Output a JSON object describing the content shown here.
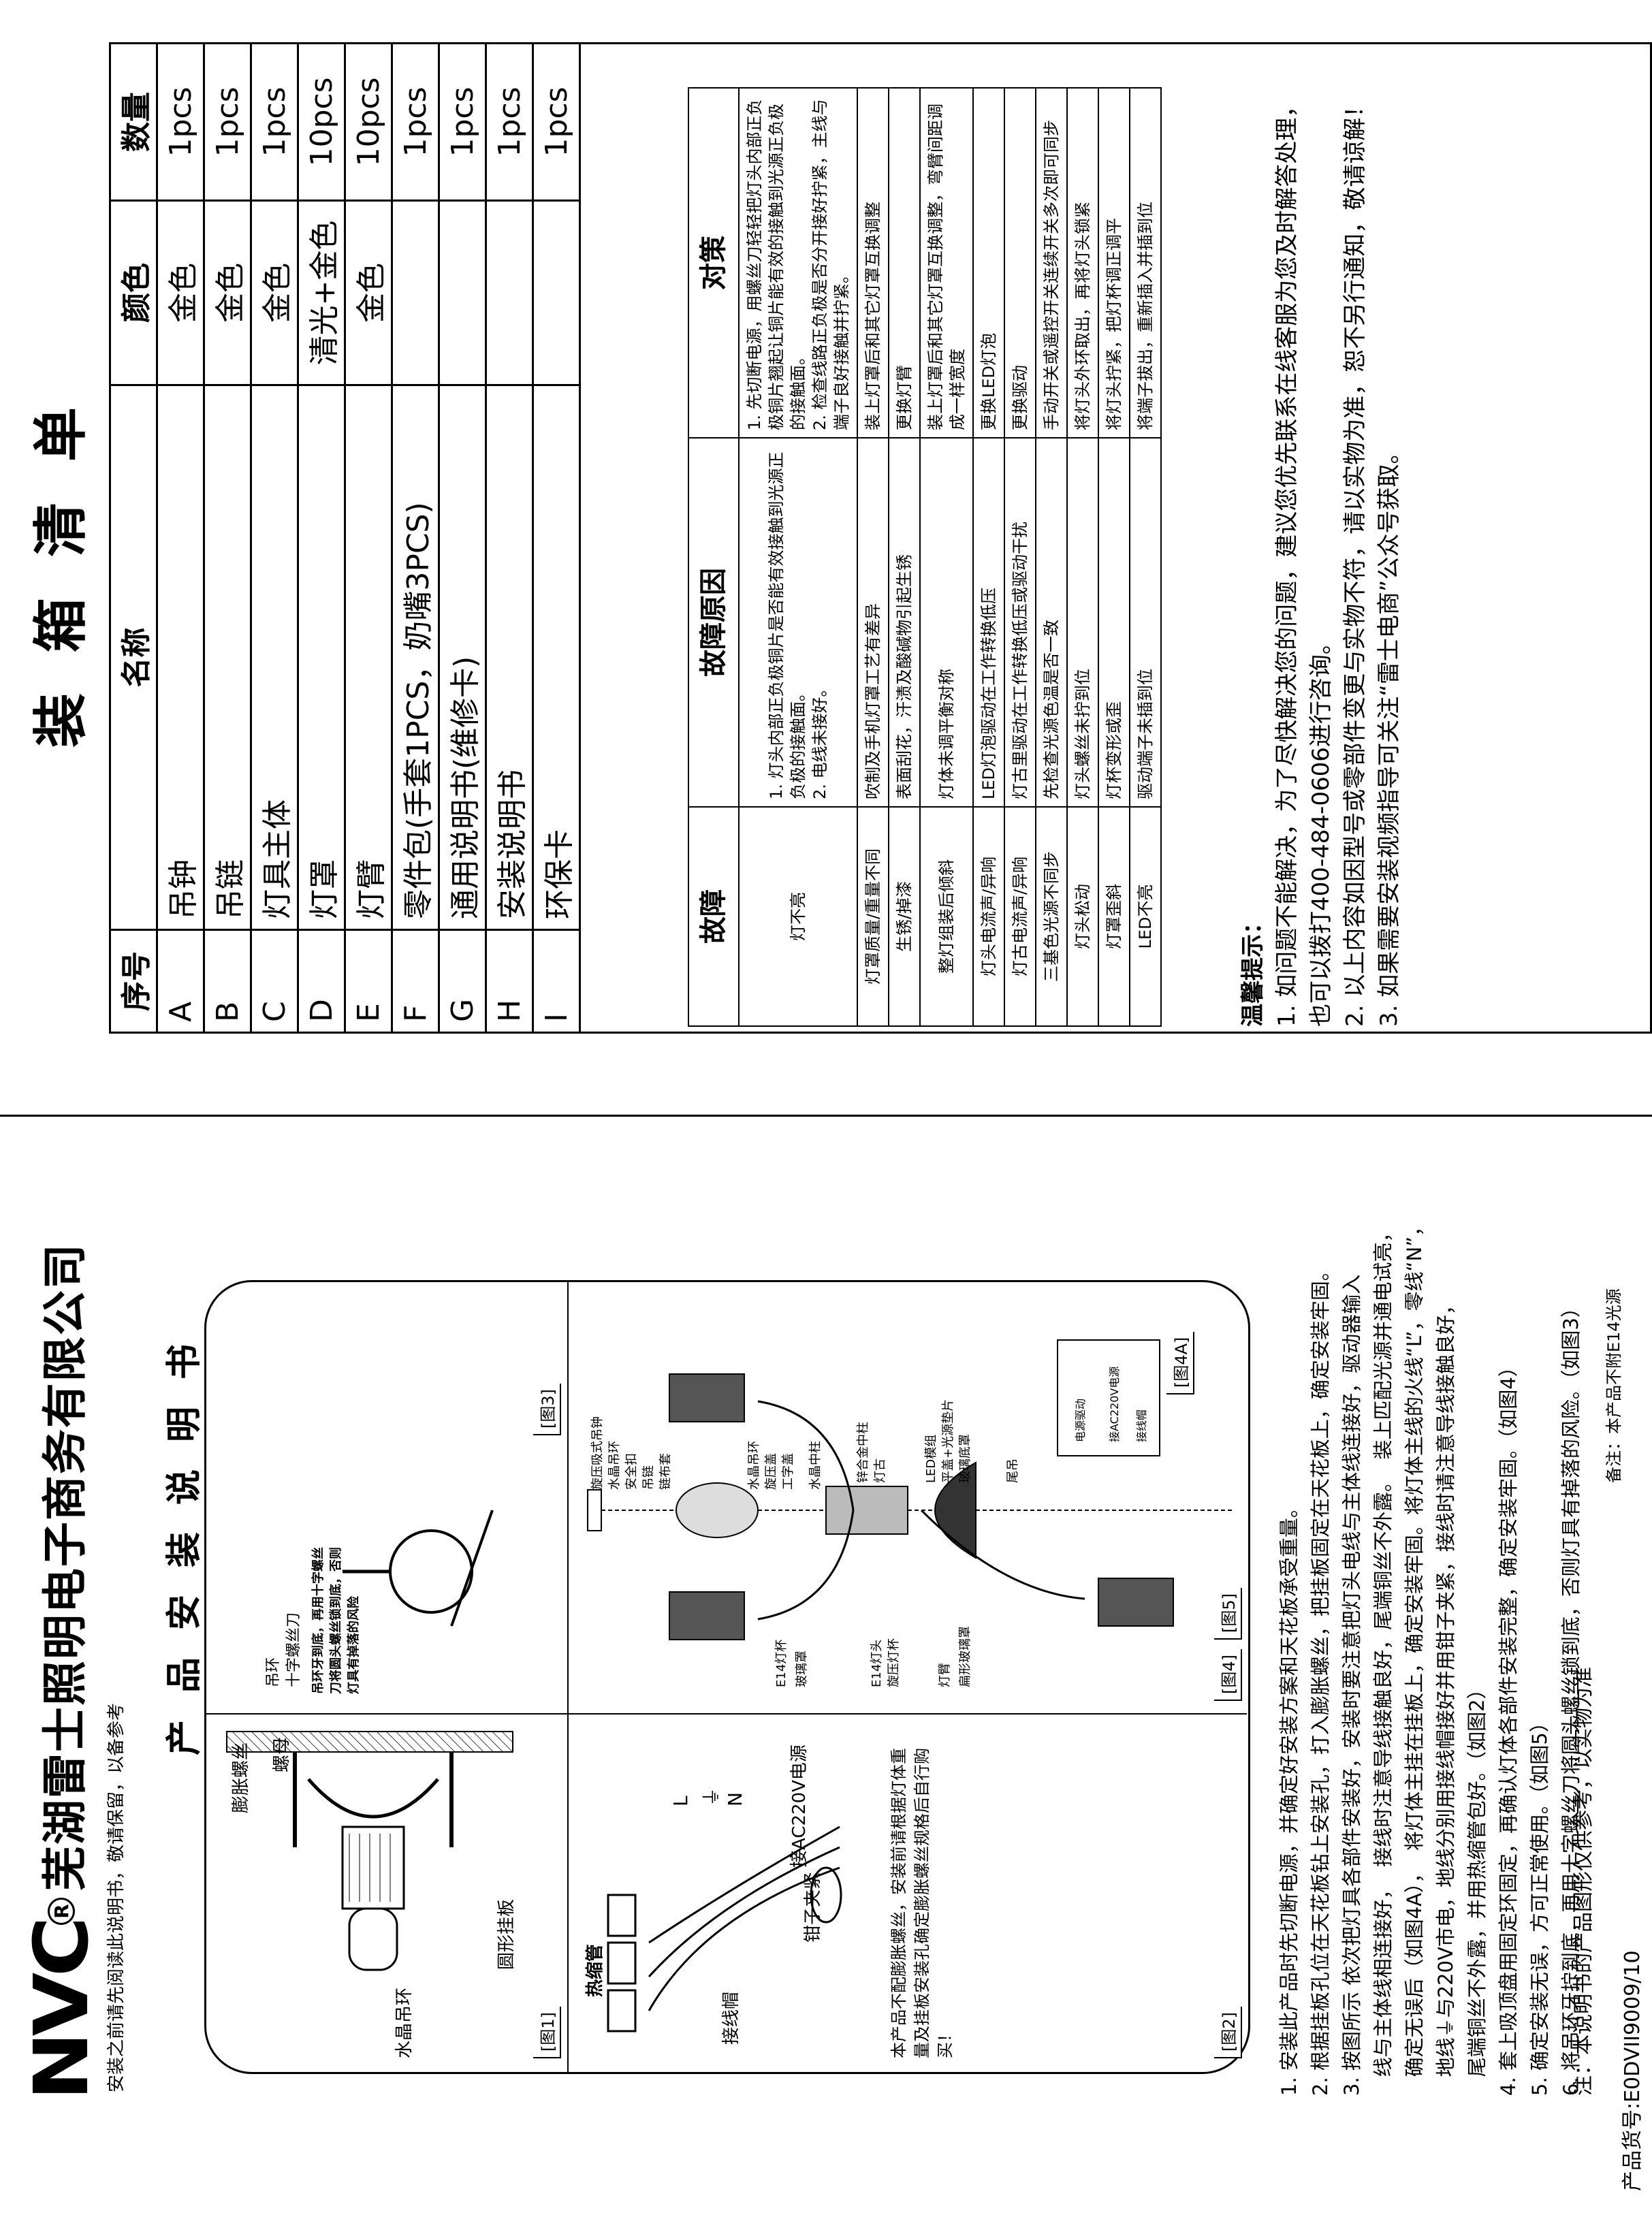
{
  "company": {
    "logo_text": "NVC",
    "registered": "R",
    "name": "芜湖雷士照明电子商务有限公司"
  },
  "notice": "安装之前请先阅读此说明书，敬请保留，以备参考",
  "doc_title": "产品安装说明书",
  "diagram": {
    "fig1_tag": "[图1]",
    "fig2_tag": "[图2]",
    "fig3_tag": "[图3]",
    "fig4_tag": "[图4]",
    "fig4a_tag": "[图4A]",
    "fig5_tag": "[图5]",
    "fig1_labels": {
      "expansion_bolt": "膨胀螺丝",
      "nut": "螺母",
      "round_plate": "圆形挂板",
      "crystal_ring": "水晶吊环"
    },
    "fig3_labels": {
      "hook": "吊环",
      "screwdriver": "十字螺丝刀",
      "warning": "吊环牙到底，再用十字螺丝刀将圆头螺丝锁到底，否则灯具有掉落的风险"
    },
    "fig2_labels": {
      "heat_shrink": "热缩管",
      "L": "L",
      "ground": "⏚",
      "N": "N",
      "connector": "接线帽",
      "power": "接AC220V电源",
      "pliers": "钳子夹紧",
      "note": "本产品不配膨胀螺丝，安装前请根据灯体重量及挂板安装孔确定膨胀螺丝规格后自行购买！"
    },
    "fig4_labels": {
      "ceiling_cap": "旋压吸式吊钟",
      "crystal_hook": "水晶吊环",
      "safety_buckle": "安全扣",
      "chain": "吊链",
      "cloth": "链布套",
      "crystal_ring2": "水晶吊环",
      "spin_cover": "旋压盖",
      "work_cover": "工字盖",
      "crystal_column": "水晶中柱",
      "zinc_column": "锌合金中柱",
      "lamp_body": "灯古",
      "led_module": "LED模组",
      "flat_gasket": "平盖+光源垫片",
      "glass_base": "玻璃底罩",
      "finial": "尾吊",
      "e14_cup": "E14灯杯",
      "glass_shade": "玻璃罩",
      "e14_holder": "E14灯头",
      "spin_cup": "旋压灯杯",
      "arm": "灯臂",
      "shade_label": "扁形玻璃罩",
      "driver": "电源驱动",
      "ac": "接AC220V电源",
      "connector_cap": "接线帽"
    }
  },
  "instructions": [
    "1. 安装此产品时先切断电源，并确定好安装方案和天花板承受重量。",
    "2. 根据挂板孔位在天花板钻上安装孔，打入膨胀螺丝，把挂板固定在天花板上，确定安装牢固。",
    "3. 按图所示  依次把灯具各部件安装好，安装时要注意把灯头电线与主体线连接好，驱动器输入",
    "   线与主体线相连接好，  接线时注意导线接触良好，尾端铜丝不外露。  装上匹配光源并通电试亮，",
    "   确定无误后（如图4A），  将灯体主挂在挂板上，确定安装牢固。将灯体主线的火线“L”，零线“N”，",
    "   地线⏚与220V市电，地线分别用接线帽接好并用钳子夹紧，接线时请注意导线接触良好，",
    "   尾端铜丝不外露，并用热缩管包好。（如图2）",
    "4. 套上吸顶盘用固定环固定，再确认灯体各部件安装完整，确定安装牢固。（如图4）",
    "5. 确定安装无误，方可正常使用。（如图5）",
    "6. 将吊环牙拧到底，再用十字螺丝刀将圆头螺丝锁到底，否则灯具有掉落的风险。（如图3）"
  ],
  "note_figure": "注：本说明书的产品图形仅供参考，以实物为准",
  "note_source": "备注：本产品不附E14光源",
  "product_code": "产品货号:E0DVII9009/10",
  "packing": {
    "title": "装箱清单",
    "headers": [
      "序号",
      "名称",
      "颜色",
      "数量"
    ],
    "rows": [
      [
        "A",
        "吊钟",
        "金色",
        "1pcs"
      ],
      [
        "B",
        "吊链",
        "金色",
        "1pcs"
      ],
      [
        "C",
        "灯具主体",
        "金色",
        "1pcs"
      ],
      [
        "D",
        "灯罩",
        "清光+金色",
        "10pcs"
      ],
      [
        "E",
        "灯臂",
        "金色",
        "10pcs"
      ],
      [
        "F",
        "零件包(手套1PCS，奶嘴3PCS)",
        "",
        "1pcs"
      ],
      [
        "G",
        "通用说明书(维修卡)",
        "",
        "1pcs"
      ],
      [
        "H",
        "安装说明书",
        "",
        "1pcs"
      ],
      [
        "I",
        "环保卡",
        "",
        "1pcs"
      ]
    ]
  },
  "trouble": {
    "headers": [
      "故障",
      "故障原因",
      "对策"
    ],
    "rows": [
      [
        "灯不亮",
        "1. 灯头内部正负极铜片是否能有效接触到光源正负极的接触面。\n2. 电线未接好。",
        "1. 先切断电源，用螺丝刀轻轻把灯头内部正负极铜片翘起让铜片能有效的接触到光源正负极的接触面。\n2. 检查线路正负极是否分开接好拧紧，主线与端子良好接触并拧紧。"
      ],
      [
        "灯罩质量/重量不同",
        "吹制及手机灯罩工艺有差异",
        "装上灯罩后和其它灯罩互换调整"
      ],
      [
        "生锈/掉漆",
        "表面刮花，汗渍及酸碱物引起生锈",
        "更换灯臂"
      ],
      [
        "整灯组装后倾斜",
        "灯体未调平衡对称",
        "装上灯罩后和其它灯罩互换调整，弯臂间距调成一样宽度"
      ],
      [
        "灯头电流声/异响",
        "LED灯泡驱动在工作转换低压",
        "更换LED灯泡"
      ],
      [
        "灯古电流声/异响",
        "灯古里驱动在工作转换低压或驱动干扰",
        "更换驱动"
      ],
      [
        "三基色光源不同步",
        "先检查光源色温是否一致",
        "手动开关或遥控开关连续开关多次即可同步"
      ],
      [
        "灯头松动",
        "灯头螺丝未拧到位",
        "将灯头外环取出，再将灯头锁紧"
      ],
      [
        "灯罩歪斜",
        "灯杯变形或歪",
        "将灯头拧紧，把灯杯调正调平"
      ],
      [
        "LED不亮",
        "驱动端子未插到位",
        "将端子拔出，重新插入并插到位"
      ]
    ]
  },
  "tips": {
    "title": "温馨提示：",
    "items": [
      "1. 如问题不能解决，为了尽快解决您的问题，建议您优先联系在线客服为您及时解答处理，也可以拨打400-484-0606进行咨询。",
      "2. 以上内容如因型号或零部件变更与实物不符，请以实物为准，恕不另行通知，敬请谅解！",
      "3. 如果需要安装视频指导可关注“雷士电商”公众号获取。"
    ]
  }
}
